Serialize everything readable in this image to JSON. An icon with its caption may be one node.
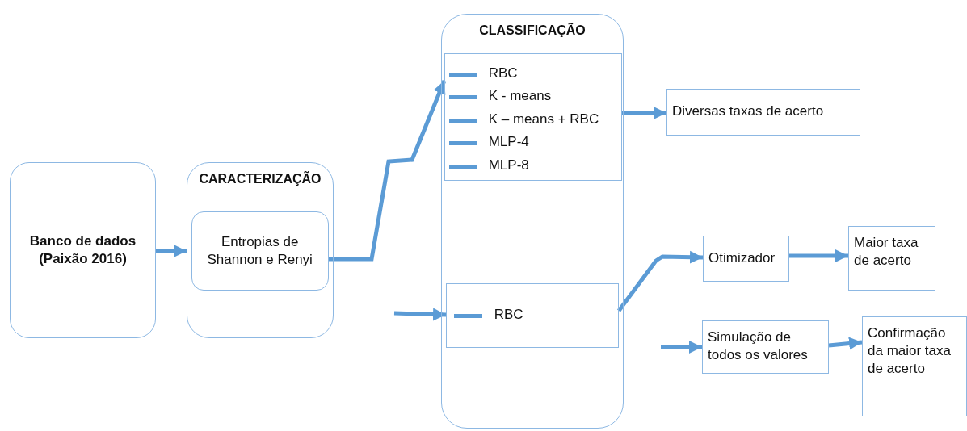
{
  "diagram": {
    "nodes": [
      {
        "text": [
          "Banco de dados (Paixão 2016)"
        ]
      },
      {
        "text": [
          "CARACTERIZAÇÃO"
        ]
      },
      {
        "text": [
          "Entropias de Shannon e Renyi"
        ],
        "in": 1
      },
      {
        "text": [
          "CLASSIFICAÇÃO"
        ]
      },
      {
        "text": [
          "RBC",
          "K - means",
          "K – means + RBC",
          "MLP-4",
          "MLP-8"
        ],
        "in": 3
      },
      {
        "text": [
          "RBC"
        ],
        "in": 3
      },
      {
        "text": [
          "Diversas taxas de acerto"
        ]
      },
      {
        "text": [
          "Otimizador"
        ]
      },
      {
        "text": [
          "Maior taxa de acerto"
        ]
      },
      {
        "text": [
          "Simulação de todos os valores"
        ]
      },
      {
        "text": [
          "Confirmação da maior taxa de acerto"
        ]
      }
    ],
    "edges": [
      {
        "from": 0,
        "to": 1,
        "arrow": "to"
      },
      {
        "from": 2,
        "to": 4,
        "arrow": "to"
      },
      {
        "from": null,
        "to": 5,
        "arrow": "to"
      },
      {
        "from": 4,
        "to": 6,
        "arrow": "to"
      },
      {
        "from": 5,
        "to": 7,
        "arrow": "to"
      },
      {
        "from": 7,
        "to": 8,
        "arrow": "to"
      },
      {
        "from": null,
        "to": 9,
        "arrow": "to"
      },
      {
        "from": 9,
        "to": 10,
        "arrow": "to"
      }
    ]
  }
}
